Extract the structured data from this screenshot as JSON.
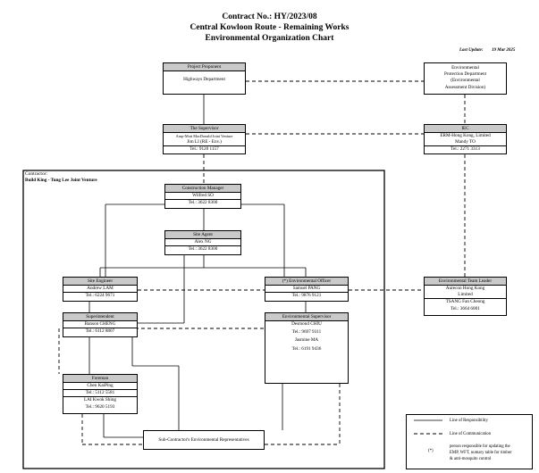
{
  "title": {
    "line1": "Contract No.: HY/2023/08",
    "line2": "Central Kowloon Route - Remaining Works",
    "line3": "Environmental Organization Chart"
  },
  "last_update": {
    "label": "Last Update:",
    "date": "19 Mar 2025"
  },
  "contractor": {
    "label": "Contractor:",
    "name": "Build King - Tung Lee Joint Venture"
  },
  "project_proponent": {
    "header": "Project Proponent",
    "name": "Highways Department"
  },
  "epd": {
    "line1": "Environmental",
    "line2": "Protection Department",
    "line3": "(Environmental",
    "line4": "Assessment Division)"
  },
  "supervisor": {
    "header": "The Supervisor",
    "company": "Arup-Mott MacDonald Joint Venture",
    "person": "Jim LI (RE - Env.)",
    "tel": "Tel.: 9120 1157"
  },
  "iec": {
    "header": "IEC",
    "company": "ERM-Hong Kong, Limited",
    "person": "Mandy TO",
    "tel": "Tel.: 2271 3313"
  },
  "construction_manager": {
    "header": "Construction Manager",
    "person": "Wilfred SO",
    "tel": "Tel.: 3622 8300"
  },
  "site_agent": {
    "header": "Site Agent",
    "person": "Alex NG",
    "tel": "Tel.: 3622 8300"
  },
  "site_engineer": {
    "header": "Site Engineer",
    "person": "Andrew LAM",
    "tel": "Tel.: 6224 9671"
  },
  "env_officer": {
    "header": "(*) Environmental Officer",
    "person": "Samuel PANG",
    "tel": "Tel.: 9876 9121"
  },
  "etl": {
    "header": "Environmental Team Leader",
    "company_line1": "Aurecon Hong Kong",
    "company_line2": "Limited",
    "person": "TSANG Fan Cheong",
    "tel": "Tel.: 3664 6001"
  },
  "superintendent": {
    "header": "Superintendent",
    "person": "Banson CHENG",
    "tel": "Tel.: 6112 8807"
  },
  "env_supervisor": {
    "header": "Environmental Supervisor",
    "person1": "Desmond CHIU",
    "tel1": "Tel.: 9697 9311",
    "person2": "Jasmine MA",
    "tel2": "Tel.: 6191 9436"
  },
  "foreman": {
    "header": "Foreman",
    "person1": "Chen KaiPing",
    "tel1": "Tel.: 5112 5581",
    "person2": "LAI Kwok Shing",
    "tel2": "Tel.: 9620 5193"
  },
  "subcontractor": {
    "label": "Sub-Contractor's Environmental Representatives"
  },
  "legend": {
    "responsibility": "Line of Responsibility",
    "communication": "Line of Communication",
    "star": "(*)",
    "note_line1": "person responsible for updating the",
    "note_line2": "EMP, WFT, numary table for timber",
    "note_line3": "& anti-mosquito control"
  }
}
